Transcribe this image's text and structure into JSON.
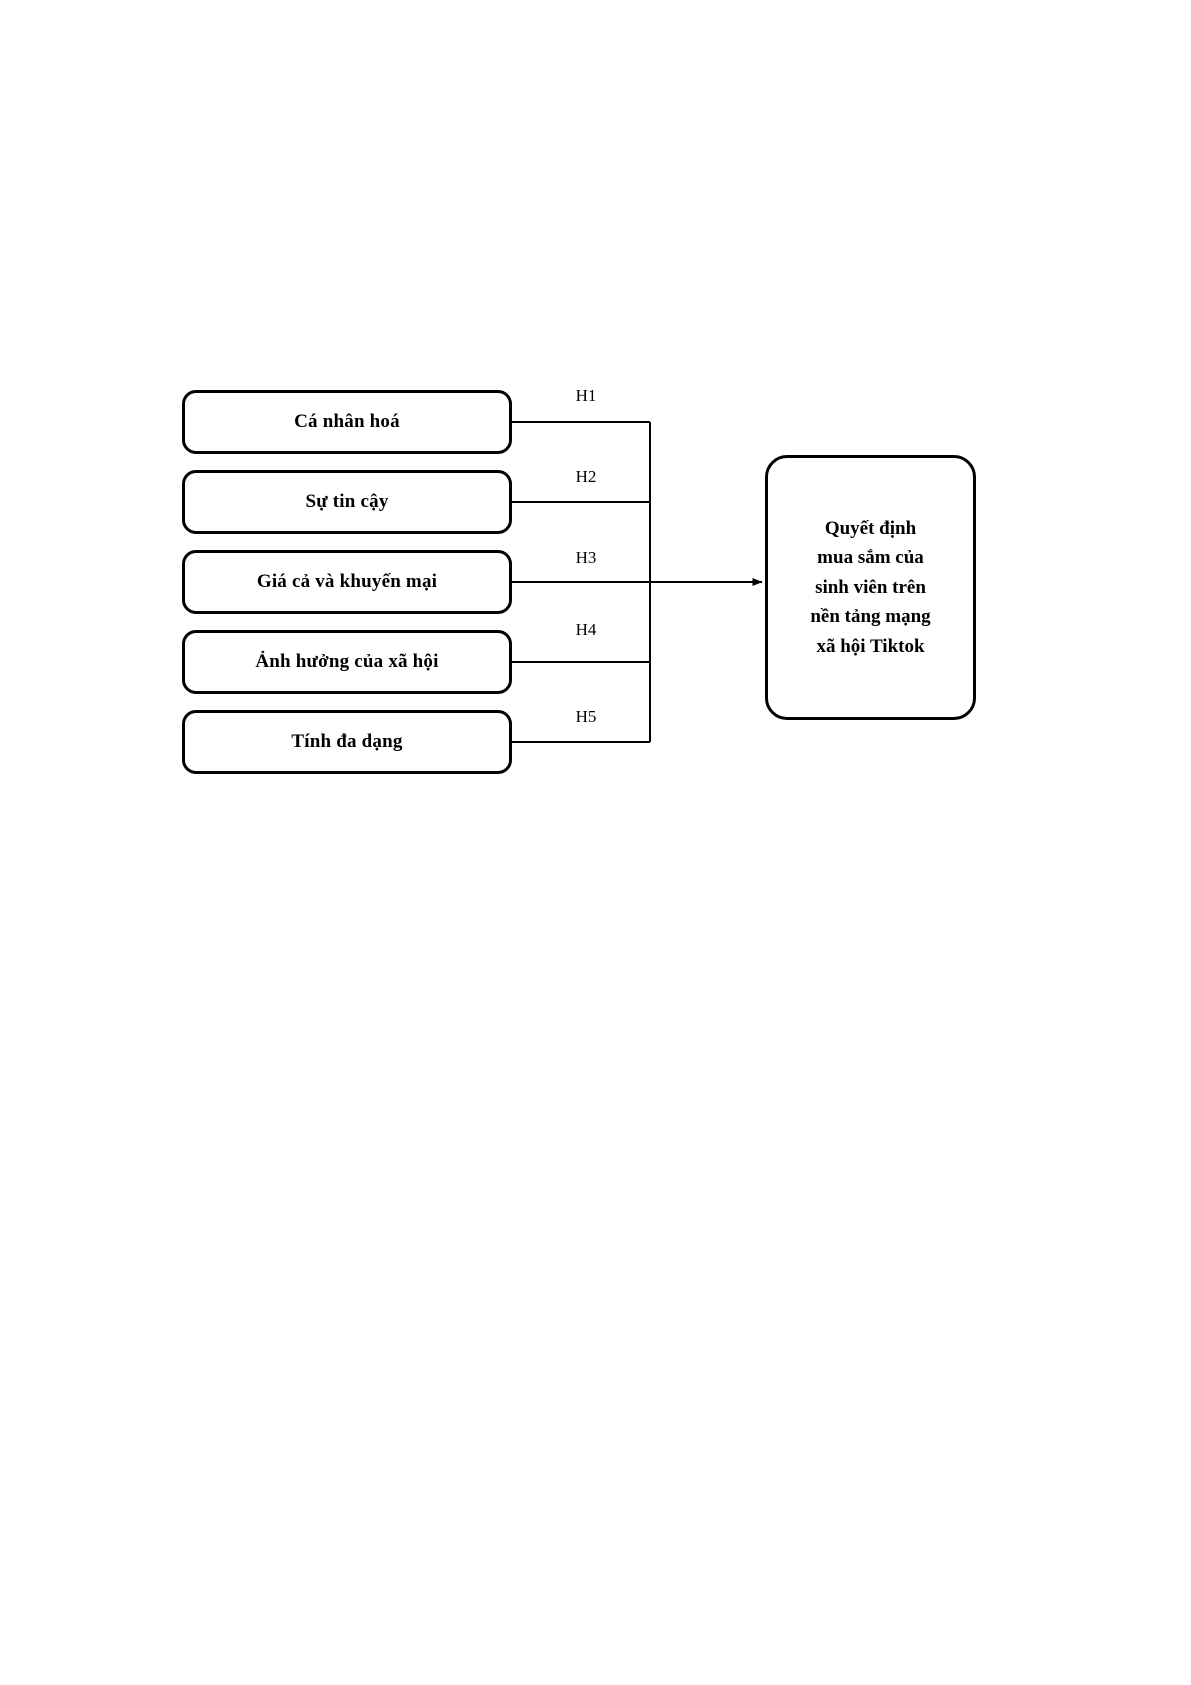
{
  "diagram": {
    "type": "research-model",
    "factors": [
      {
        "id": "F1",
        "label": "Cá nhân hoá"
      },
      {
        "id": "F2",
        "label": "Sự tin cậy"
      },
      {
        "id": "F3",
        "label": "Giá cả và khuyến mại"
      },
      {
        "id": "F4",
        "label": "Ảnh hưởng của xã hội"
      },
      {
        "id": "F5",
        "label": "Tính đa dạng"
      }
    ],
    "hypotheses": [
      {
        "label": "H1"
      },
      {
        "label": "H2"
      },
      {
        "label": "H3"
      },
      {
        "label": "H4"
      },
      {
        "label": "H5"
      }
    ],
    "outcome": {
      "label": "Quyết định\nmua sắm của\nsinh viên trên\nnền tảng mạng\nxã hội Tiktok"
    },
    "colors": {
      "stroke": "#000000",
      "fill": "#ffffff",
      "text": "#000000"
    }
  }
}
